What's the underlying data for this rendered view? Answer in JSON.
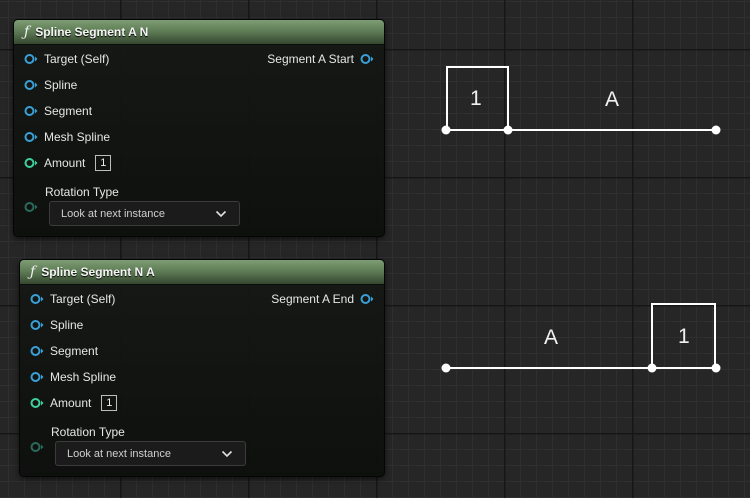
{
  "colors": {
    "exec_pin": "#3aa0d8",
    "amount_pin": "#3fd0a0",
    "header_top": "#7e9d74",
    "header_bottom": "#36482f"
  },
  "nodes": [
    {
      "title": "Spline Segment A N",
      "icon": "function-icon",
      "output_label": "Segment A Start",
      "inputs": {
        "target": "Target (Self)",
        "spline": "Spline",
        "segment": "Segment",
        "mesh_spline": "Mesh Spline",
        "amount": "Amount",
        "amount_value": "1"
      },
      "rotation_label": "Rotation Type",
      "rotation_value": "Look at next instance"
    },
    {
      "title": "Spline Segment N A",
      "icon": "function-icon",
      "output_label": "Segment A End",
      "inputs": {
        "target": "Target (Self)",
        "spline": "Spline",
        "segment": "Segment",
        "mesh_spline": "Mesh Spline",
        "amount": "Amount",
        "amount_value": "1"
      },
      "rotation_label": "Rotation Type",
      "rotation_value": "Look at next instance"
    }
  ],
  "diagrams": [
    {
      "box_label": "1",
      "segment_label": "A"
    },
    {
      "box_label": "1",
      "segment_label": "A"
    }
  ]
}
